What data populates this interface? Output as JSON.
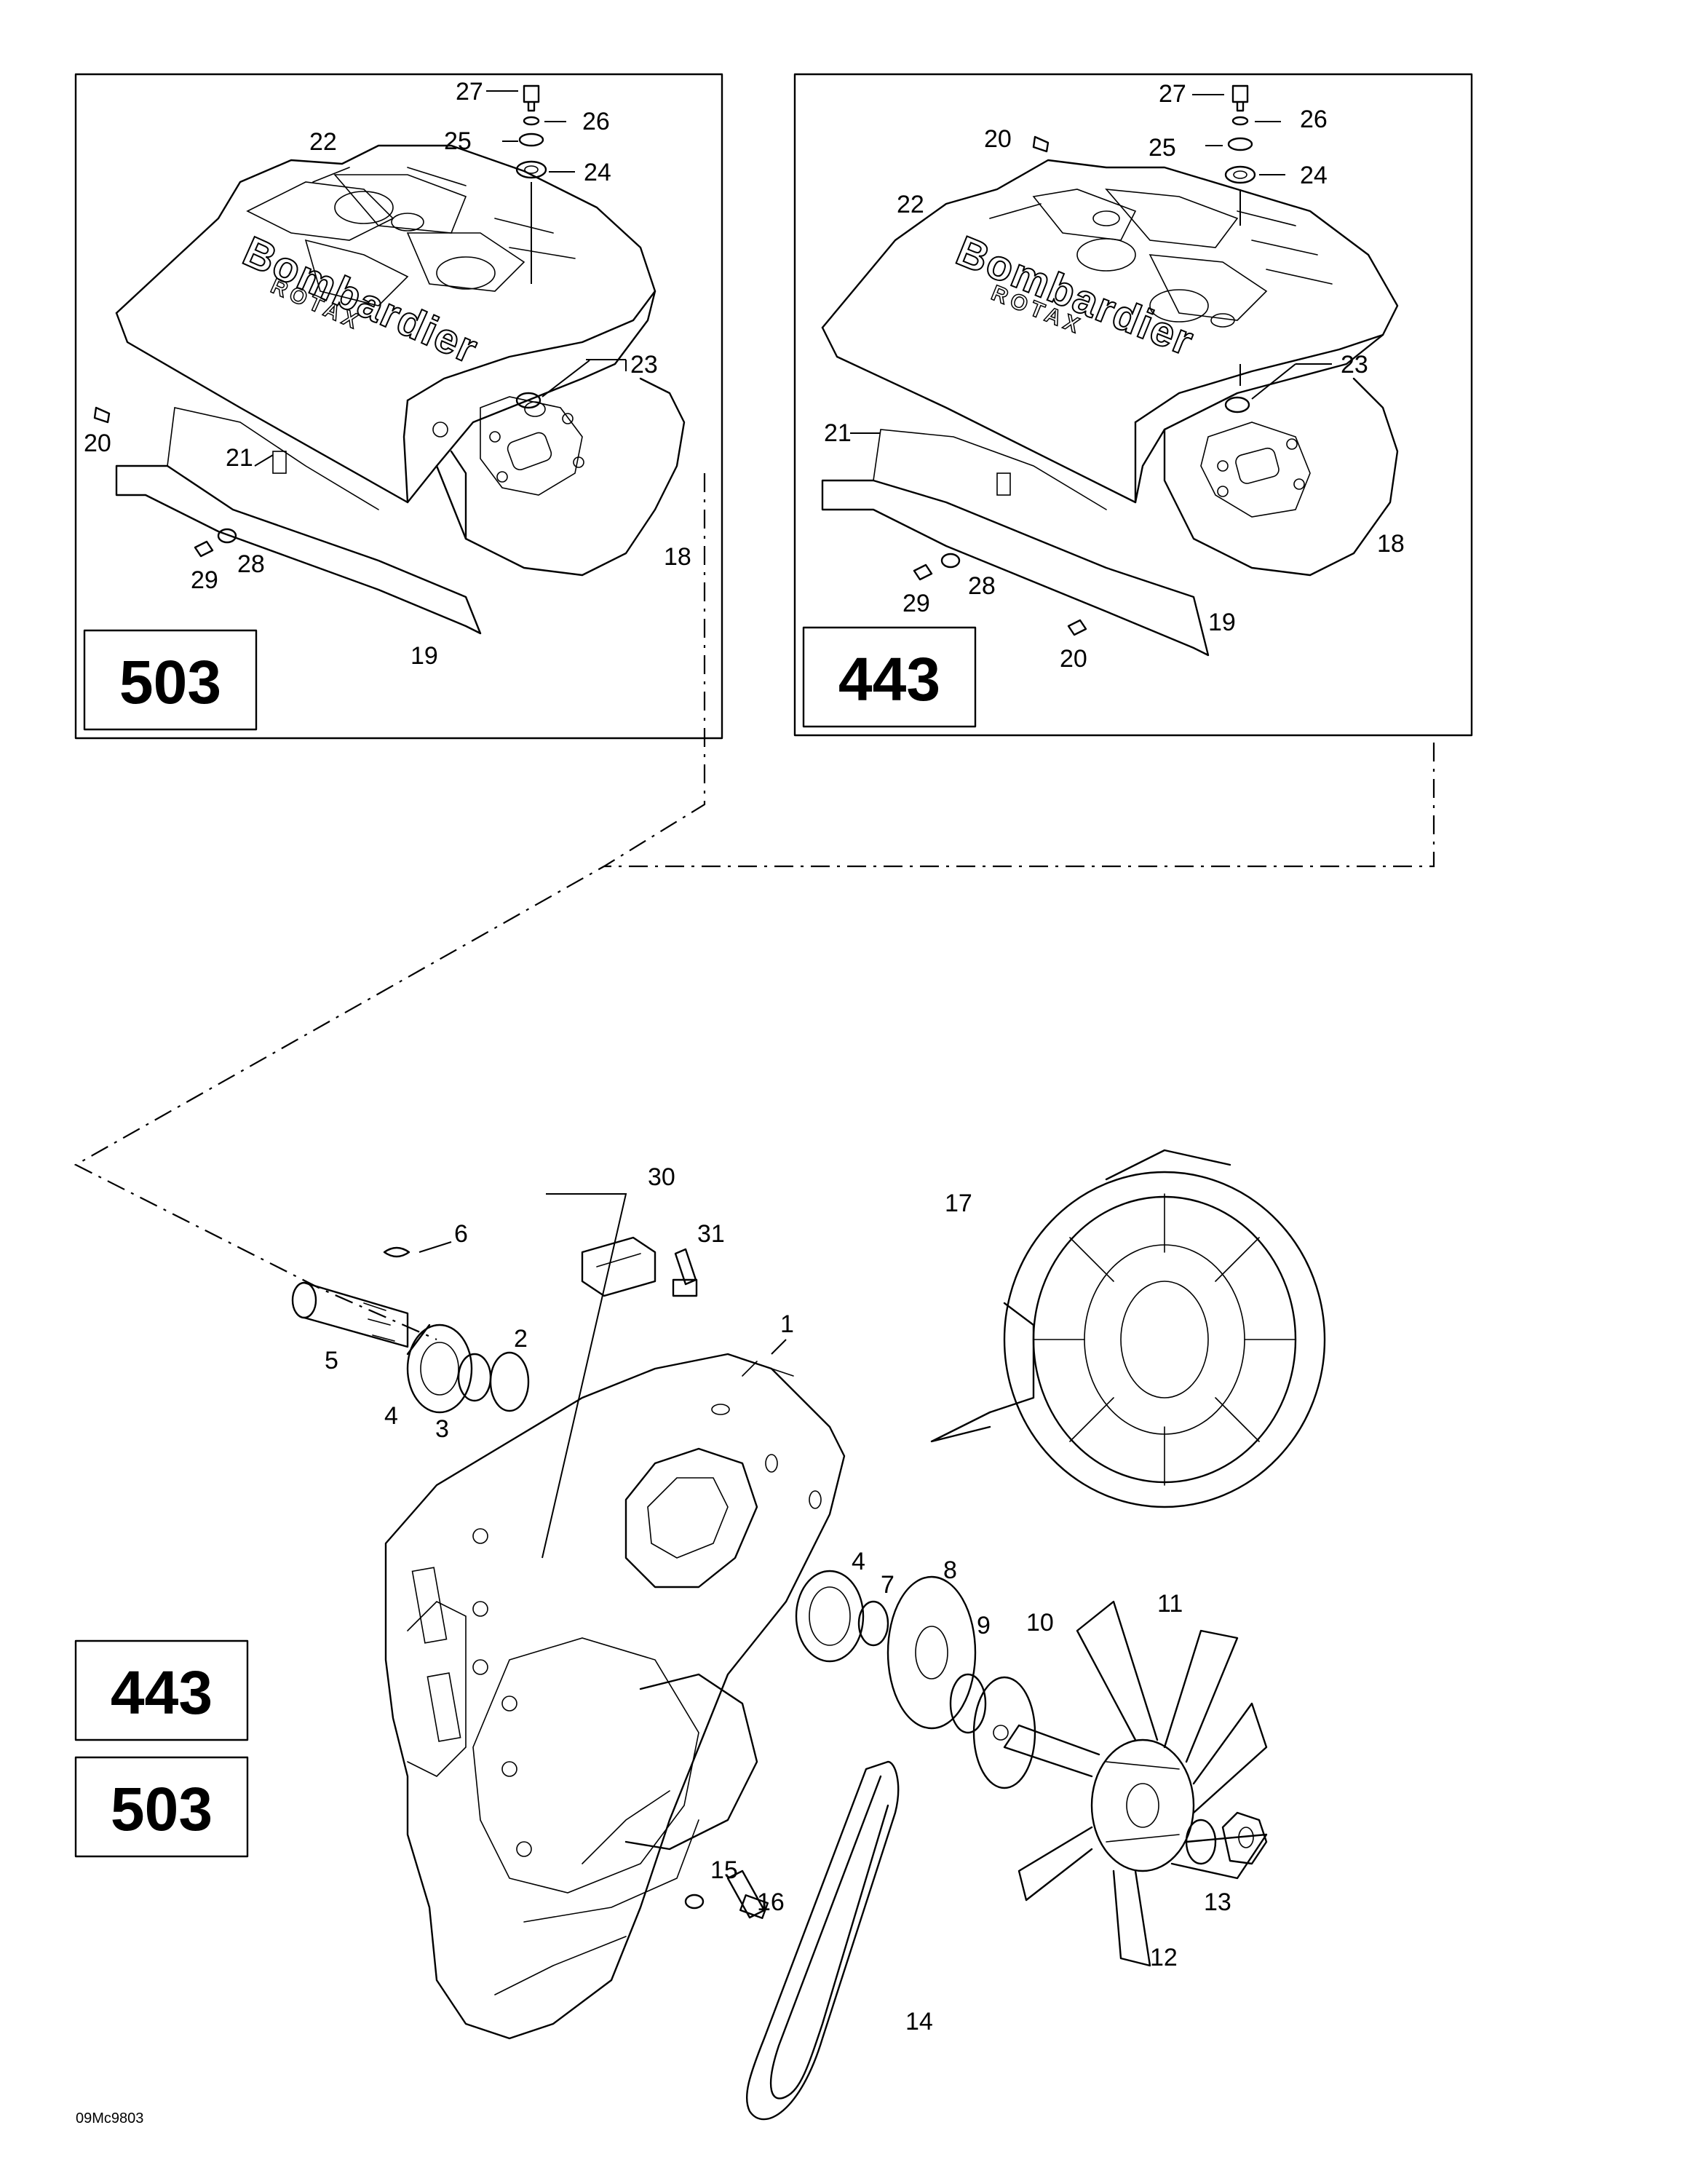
{
  "diagram": {
    "model_boxes": {
      "inset_left": "503",
      "inset_right": "443",
      "bottom_top": "443",
      "bottom_bottom": "503"
    },
    "brand": {
      "name": "Bombardier",
      "sub": "ROTAX"
    },
    "callouts": {
      "left_inset": [
        "27",
        "26",
        "25",
        "24",
        "22",
        "23",
        "20",
        "21",
        "29",
        "28",
        "18",
        "19"
      ],
      "right_inset": [
        "27",
        "26",
        "25",
        "20",
        "24",
        "22",
        "23",
        "21",
        "18",
        "29",
        "28",
        "19",
        "20"
      ],
      "main": [
        "30",
        "6",
        "31",
        "17",
        "1",
        "2",
        "5",
        "4",
        "3",
        "4",
        "7",
        "8",
        "11",
        "9",
        "10",
        "15",
        "16",
        "13",
        "12",
        "14"
      ]
    },
    "drawing_code": "09Mc9803"
  }
}
